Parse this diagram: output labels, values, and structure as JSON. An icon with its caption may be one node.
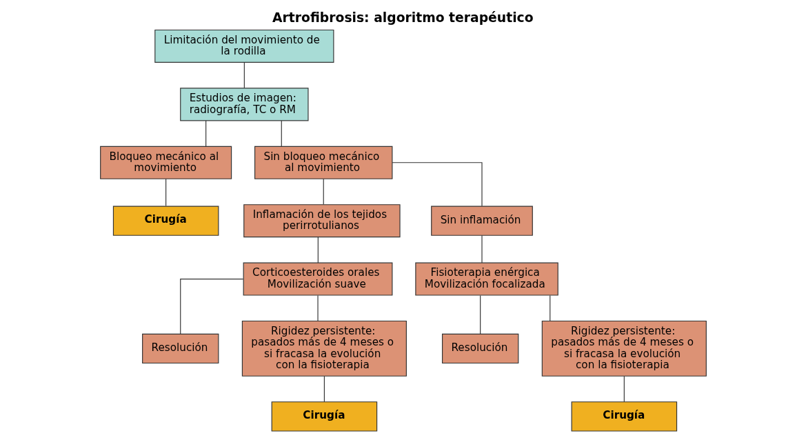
{
  "diagram": {
    "title": "Artrofibrosis: algoritmo terapéutico",
    "nodes": [
      {
        "text": [
          "Limitación del movimiento de la rodilla"
        ]
      },
      {
        "text": [
          "Estudios de imagen: radiografía, TC o RM"
        ]
      },
      {
        "text": [
          "Bloqueo mecánico al movimiento"
        ]
      },
      {
        "text": [
          "Sin bloqueo mecánico al movimiento"
        ]
      },
      {
        "text": [
          "Cirugía"
        ]
      },
      {
        "text": [
          "Inflamación de los tejidos perirrotulianos"
        ]
      },
      {
        "text": [
          "Sin inflamación"
        ]
      },
      {
        "text": [
          "Corticoesteroides orales",
          "Movilización suave"
        ]
      },
      {
        "text": [
          "Fisioterapia enérgica",
          "Movilización focalizada"
        ]
      },
      {
        "text": [
          "Resolución"
        ]
      },
      {
        "text": [
          "Rigidez persistente: pasados más de 4 meses o si fracasa la evolución con la fisioterapia"
        ]
      },
      {
        "text": [
          "Resolución"
        ]
      },
      {
        "text": [
          "Rigidez persistente: pasados más de 4 meses o si fracasa la evolución con la fisioterapia"
        ]
      },
      {
        "text": [
          "Cirugía"
        ]
      },
      {
        "text": [
          "Cirugía"
        ]
      }
    ],
    "edges": [
      {
        "from": 0,
        "to": 1,
        "arrow": "none"
      },
      {
        "from": 1,
        "to": 2,
        "arrow": "none"
      },
      {
        "from": 1,
        "to": 3,
        "arrow": "none"
      },
      {
        "from": 2,
        "to": 4,
        "arrow": "none"
      },
      {
        "from": 3,
        "to": 5,
        "arrow": "none"
      },
      {
        "from": 3,
        "to": 6,
        "arrow": "none"
      },
      {
        "from": 5,
        "to": 7,
        "arrow": "none"
      },
      {
        "from": 6,
        "to": 8,
        "arrow": "none"
      },
      {
        "from": 7,
        "to": 9,
        "arrow": "none"
      },
      {
        "from": 7,
        "to": 10,
        "arrow": "none"
      },
      {
        "from": 8,
        "to": 11,
        "arrow": "none"
      },
      {
        "from": 8,
        "to": 12,
        "arrow": "none"
      },
      {
        "from": 10,
        "to": 13,
        "arrow": "none"
      },
      {
        "from": 12,
        "to": 14,
        "arrow": "none"
      }
    ]
  }
}
